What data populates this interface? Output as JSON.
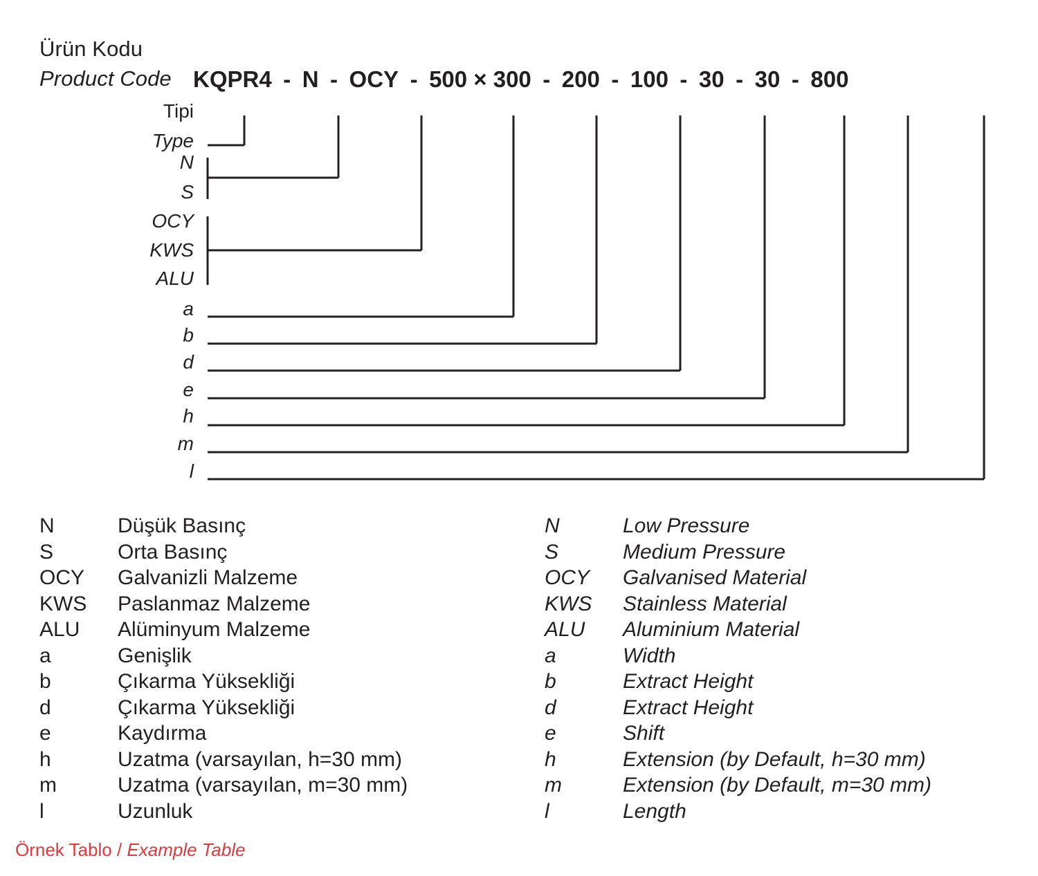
{
  "header": {
    "title_tr": "Ürün Kodu",
    "title_en": "Product Code"
  },
  "product_code": {
    "tokens": [
      "KQPR4",
      "N",
      "OCY",
      "500 × 300",
      "200",
      "100",
      "30",
      "30",
      "800"
    ],
    "separator": "-",
    "full": "KQPR4 - N - OCY - 500 × 300 - 200 - 100 - 30 - 30 - 800"
  },
  "diagram": {
    "type_label_tr": "Tipi",
    "type_label_en": "Type",
    "rows": [
      {
        "label": "N",
        "italic": true
      },
      {
        "label": "S",
        "italic": true
      },
      {
        "label": "OCY",
        "italic": true
      },
      {
        "label": "KWS",
        "italic": true
      },
      {
        "label": "ALU",
        "italic": true
      },
      {
        "label": "a",
        "italic": true
      },
      {
        "label": "b",
        "italic": true
      },
      {
        "label": "d",
        "italic": true
      },
      {
        "label": "e",
        "italic": true
      },
      {
        "label": "h",
        "italic": true
      },
      {
        "label": "m",
        "italic": true
      },
      {
        "label": "l",
        "italic": true
      }
    ],
    "line_color": "#231f20"
  },
  "legend": {
    "tr": [
      {
        "key": "N",
        "value": "Düşük Basınç"
      },
      {
        "key": "S",
        "value": "Orta Basınç"
      },
      {
        "key": "OCY",
        "value": "Galvanizli Malzeme"
      },
      {
        "key": "KWS",
        "value": "Paslanmaz Malzeme"
      },
      {
        "key": "ALU",
        "value": "Alüminyum Malzeme"
      },
      {
        "key": "a",
        "value": "Genişlik"
      },
      {
        "key": "b",
        "value": "Çıkarma Yüksekliği"
      },
      {
        "key": "d",
        "value": "Çıkarma Yüksekliği"
      },
      {
        "key": "e",
        "value": "Kaydırma"
      },
      {
        "key": "h",
        "value": "Uzatma (varsayılan, h=30 mm)"
      },
      {
        "key": "m",
        "value": "Uzatma (varsayılan, m=30 mm)"
      },
      {
        "key": "l",
        "value": "Uzunluk"
      }
    ],
    "en": [
      {
        "key": "N",
        "value": "Low Pressure"
      },
      {
        "key": "S",
        "value": "Medium Pressure"
      },
      {
        "key": "OCY",
        "value": "Galvanised Material"
      },
      {
        "key": "KWS",
        "value": "Stainless Material"
      },
      {
        "key": "ALU",
        "value": "Aluminium Material"
      },
      {
        "key": "a",
        "value": "Width"
      },
      {
        "key": "b",
        "value": "Extract Height"
      },
      {
        "key": "d",
        "value": "Extract Height"
      },
      {
        "key": "e",
        "value": "Shift"
      },
      {
        "key": "h",
        "value": "Extension (by Default, h=30 mm)"
      },
      {
        "key": "m",
        "value": "Extension (by Default, m=30 mm)"
      },
      {
        "key": "l",
        "value": "Length"
      }
    ]
  },
  "footer": {
    "tr": "Örnek Tablo",
    "slash": "/",
    "en": "Example Table",
    "color": "#e03a3e"
  }
}
